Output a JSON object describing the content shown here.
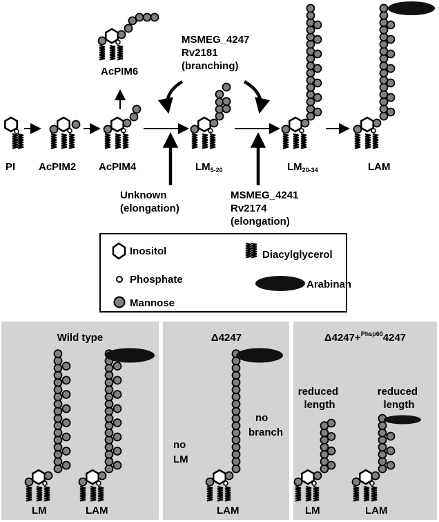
{
  "pathway": {
    "pi": "PI",
    "acpim2": "AcPIM2",
    "acpim4": "AcPIM4",
    "acpim6": "AcPIM6",
    "lm_small_main": "LM",
    "lm_small_sub": "5-20",
    "lm_large_main": "LM",
    "lm_large_sub": "20-34",
    "lam": "LAM"
  },
  "enzymes": {
    "branching": [
      "MSMEG_4247",
      "Rv2181",
      "(branching)"
    ],
    "unknown": [
      "Unknown",
      "(elongation)"
    ],
    "elongation": [
      "MSMEG_4241",
      "Rv2174",
      "(elongation)"
    ]
  },
  "legend": {
    "inositol": "Inositol",
    "phosphate": "Phosphate",
    "mannose": "Mannose",
    "diacylglycerol": "Diacylglycerol",
    "arabinan": "Arabinan"
  },
  "panels": {
    "wild_type": {
      "title": "Wild type",
      "lm": "LM",
      "lam": "LAM"
    },
    "delta": {
      "title": "Δ4247",
      "no_lm": [
        "no",
        "LM"
      ],
      "no_branch": [
        "no",
        "branch"
      ],
      "lam": "LAM"
    },
    "complement": {
      "title_prefix": "Δ4247+",
      "title_sup": "Phsp60",
      "title_suffix": "4247",
      "reduced_1": [
        "reduced",
        "length"
      ],
      "reduced_2": [
        "reduced",
        "length"
      ],
      "lm": "LM",
      "lam": "LAM"
    }
  },
  "colors": {
    "mannose": "#808080",
    "panel_bg": "#d3d3d3",
    "ink": "#000000",
    "arabinan": "#111111"
  }
}
